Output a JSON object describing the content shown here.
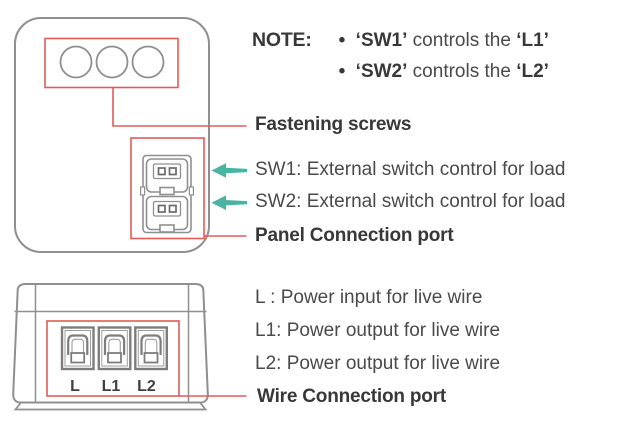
{
  "colors": {
    "red": "#e05c5a",
    "teal": "#4ab4a2",
    "line_gray": "#8f8f8f",
    "terminal_gray": "#7d7d7d",
    "inner_gray": "#9e9e9e",
    "pin_gray": "#6a6a6a",
    "text_bold": "#3f3f3f"
  },
  "note": {
    "label": "NOTE:",
    "bullet": "•",
    "items": [
      {
        "key": "‘SW1’",
        "mid": " controls the ",
        "val": "‘L1’"
      },
      {
        "key": "‘SW2’",
        "mid": " controls the ",
        "val": "‘L2’"
      }
    ]
  },
  "top_device": {
    "fastening_label": "Fastening screws",
    "panel_label": "Panel Connection port",
    "sw_lines": [
      "SW1: External switch control for load",
      "SW2: External switch control for load"
    ]
  },
  "bottom_device": {
    "wire_label": "Wire Connection port",
    "wire_lines": [
      "L  : Power input for live wire",
      "L1: Power output for live wire",
      "L2: Power output for live wire"
    ],
    "terminals": [
      "L",
      "L1",
      "L2"
    ]
  }
}
